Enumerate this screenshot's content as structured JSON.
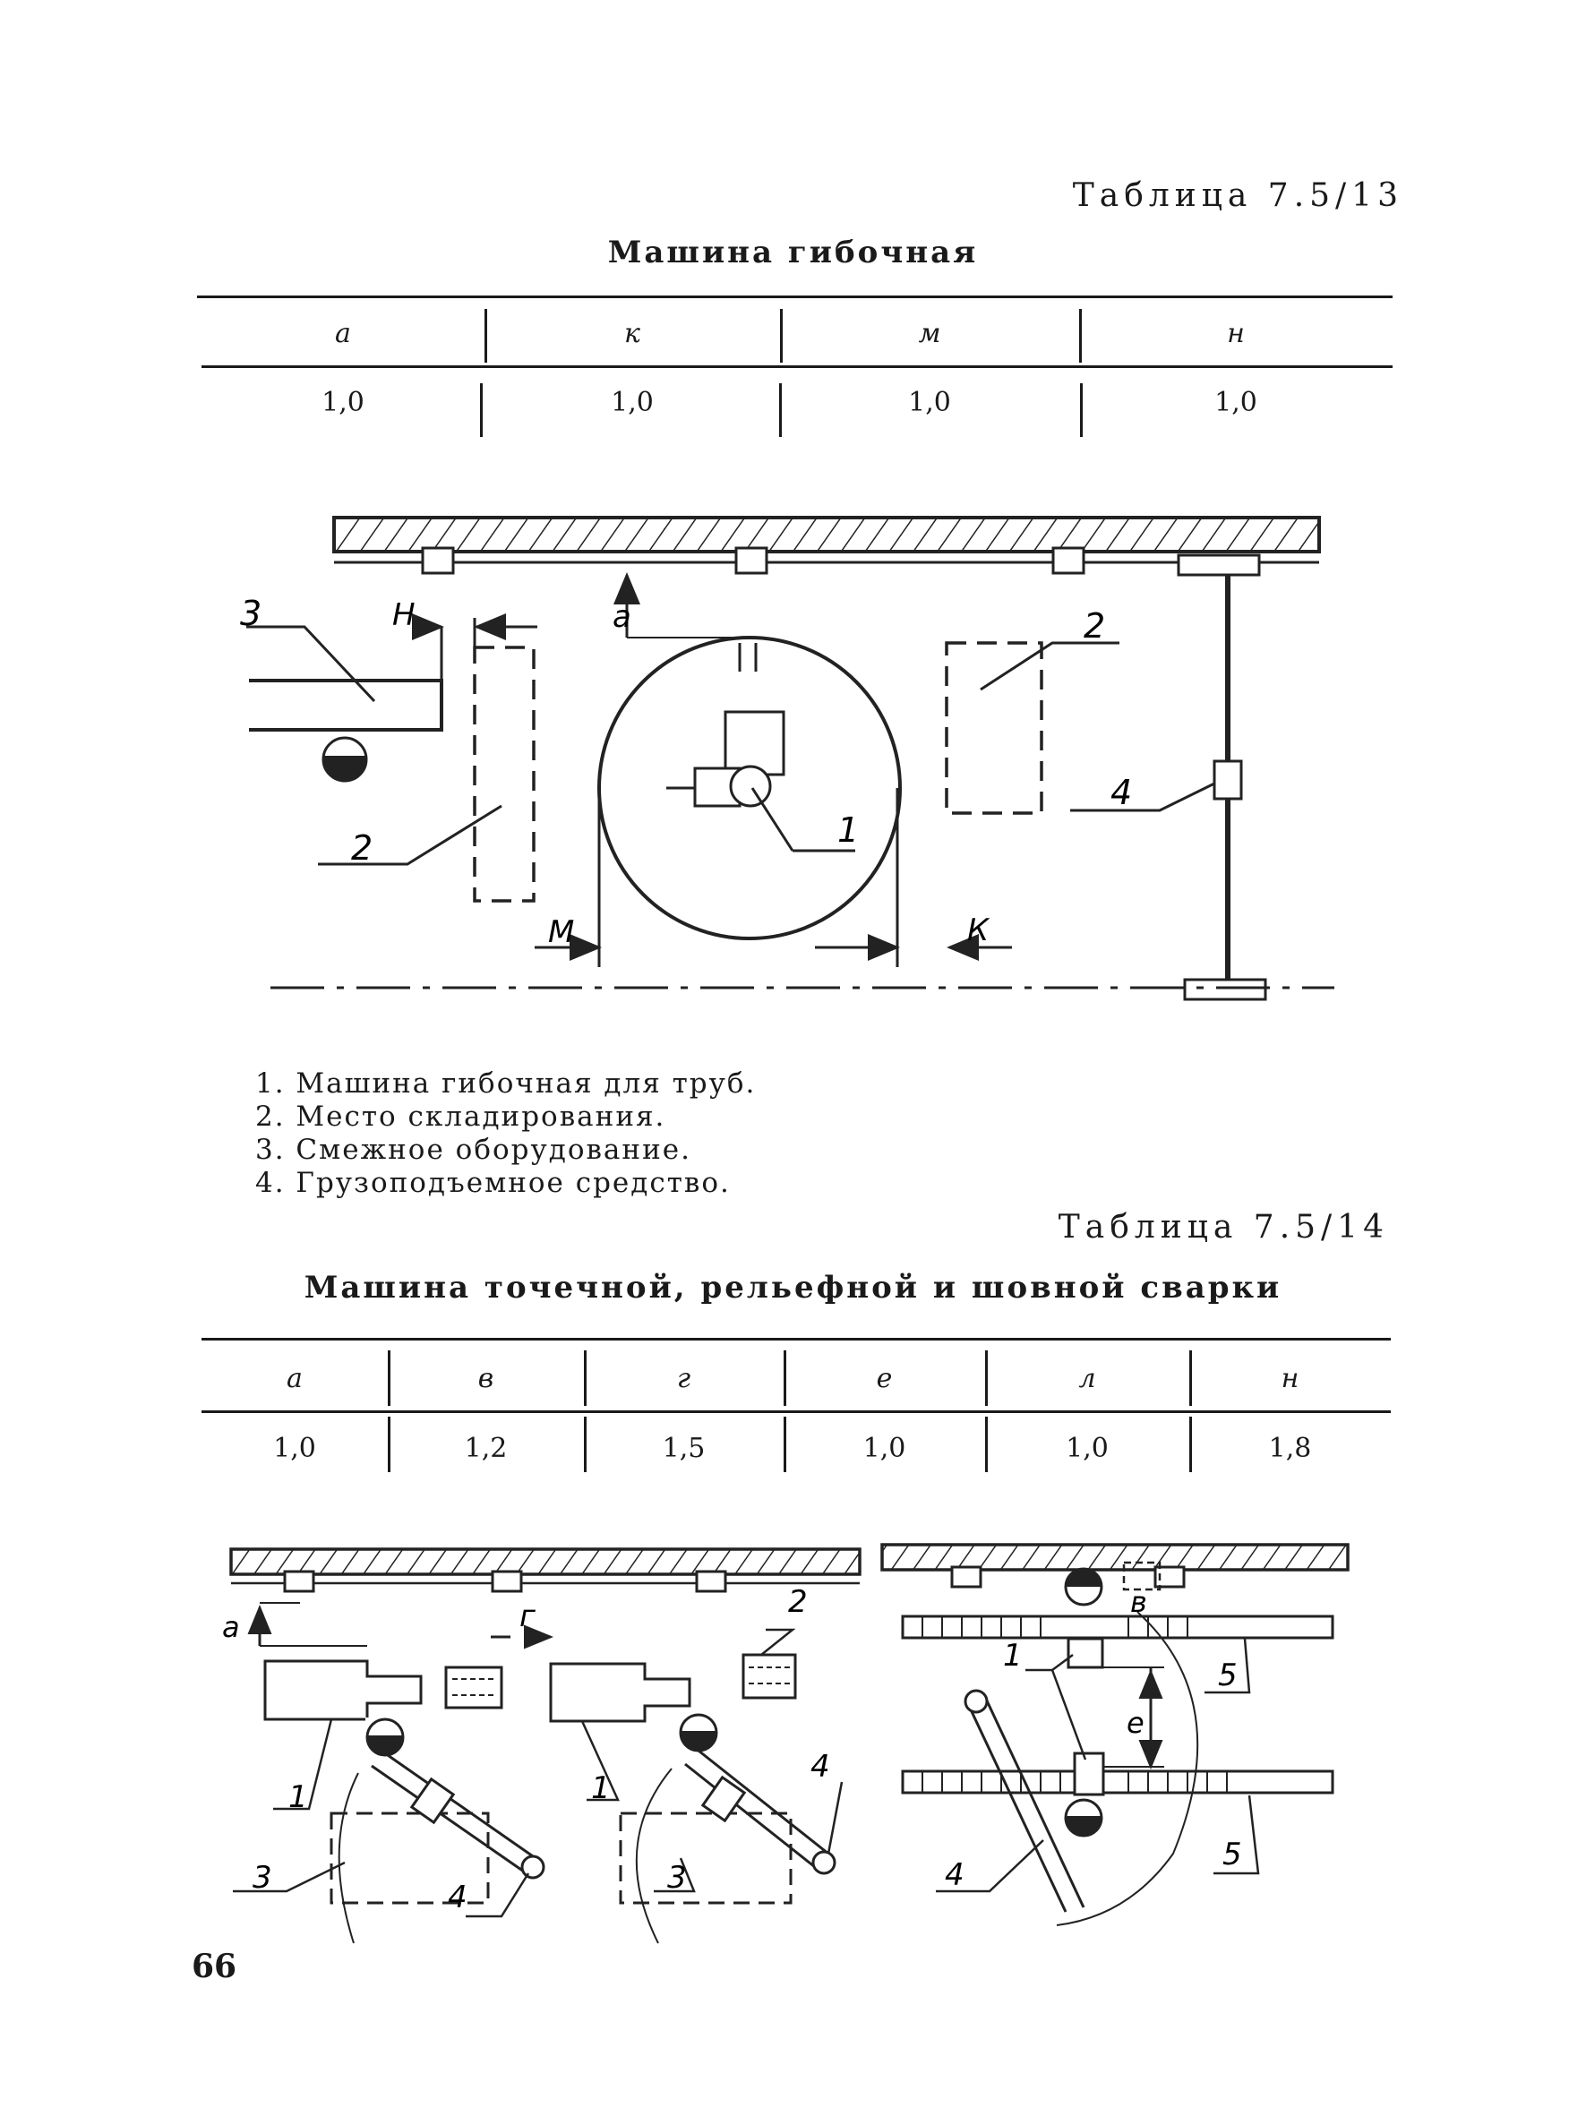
{
  "table13": {
    "label": "Таблица 7.5/13",
    "title": "Машина гибочная",
    "headers": [
      "а",
      "к",
      "м",
      "н"
    ],
    "values": [
      "1,0",
      "1,0",
      "1,0",
      "1,0"
    ]
  },
  "figure13": {
    "labels": {
      "n3": "3",
      "H": "Н",
      "a": "а",
      "n2a": "2",
      "n2b": "2",
      "n1": "1",
      "n4": "4",
      "M": "М",
      "K": "К"
    }
  },
  "legend": [
    "1. Машина гибочная для труб.",
    "2. Место складирования.",
    "3. Смежное оборудование.",
    "4. Грузоподъемное средство."
  ],
  "table14": {
    "label": "Таблица 7.5/14",
    "title": "Машина точечной, рельефной и шовной сварки",
    "headers": [
      "а",
      "в",
      "г",
      "е",
      "л",
      "н"
    ],
    "values": [
      "1,0",
      "1,2",
      "1,5",
      "1,0",
      "1,0",
      "1,8"
    ]
  },
  "figure14": {
    "labels": {
      "a": "а",
      "g": "г",
      "n2a": "2",
      "n1a": "1",
      "n1b": "1",
      "n4a": "4",
      "n4b": "4",
      "n3a": "3",
      "n3b": "3",
      "v": "в",
      "n1c": "1",
      "n5a": "5",
      "e": "е",
      "n4c": "4",
      "n5b": "5"
    }
  },
  "page_number": "66"
}
